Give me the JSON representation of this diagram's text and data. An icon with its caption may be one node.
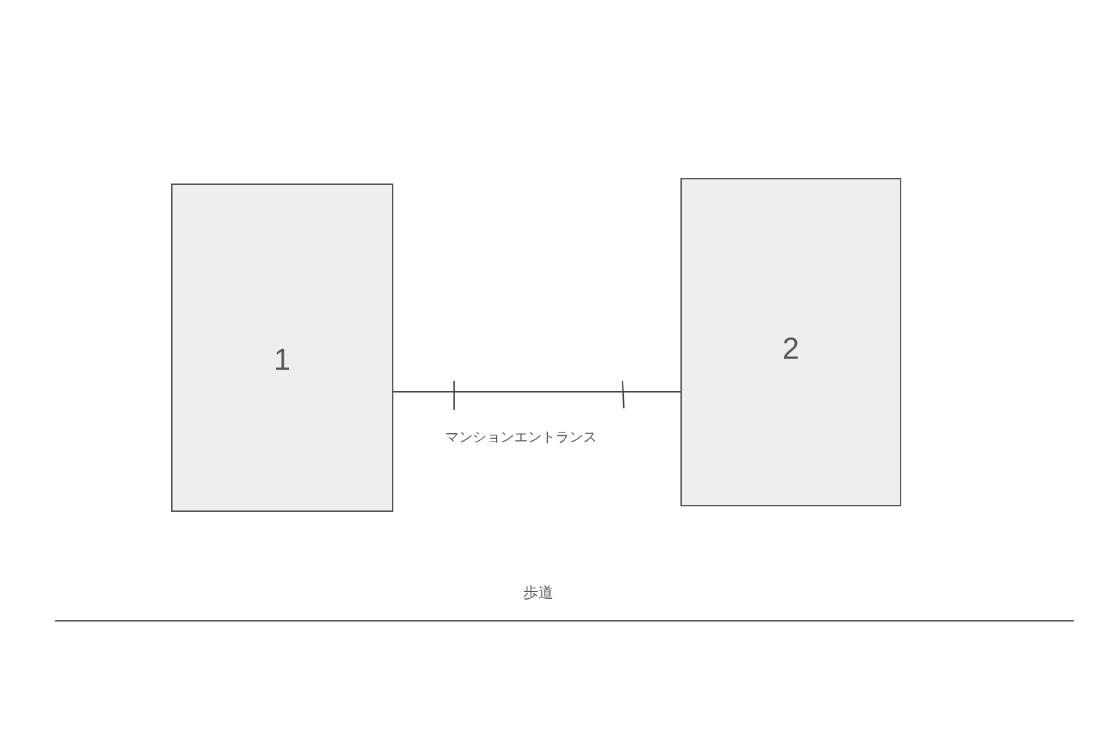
{
  "diagram": {
    "nodes": [
      {
        "text": [
          "1"
        ]
      },
      {
        "text": [
          "2"
        ]
      }
    ],
    "edges": [
      {
        "from": 0,
        "to": 1,
        "arrow": "none",
        "label": "マンションエントランス"
      }
    ],
    "labels": [
      "歩道"
    ]
  }
}
